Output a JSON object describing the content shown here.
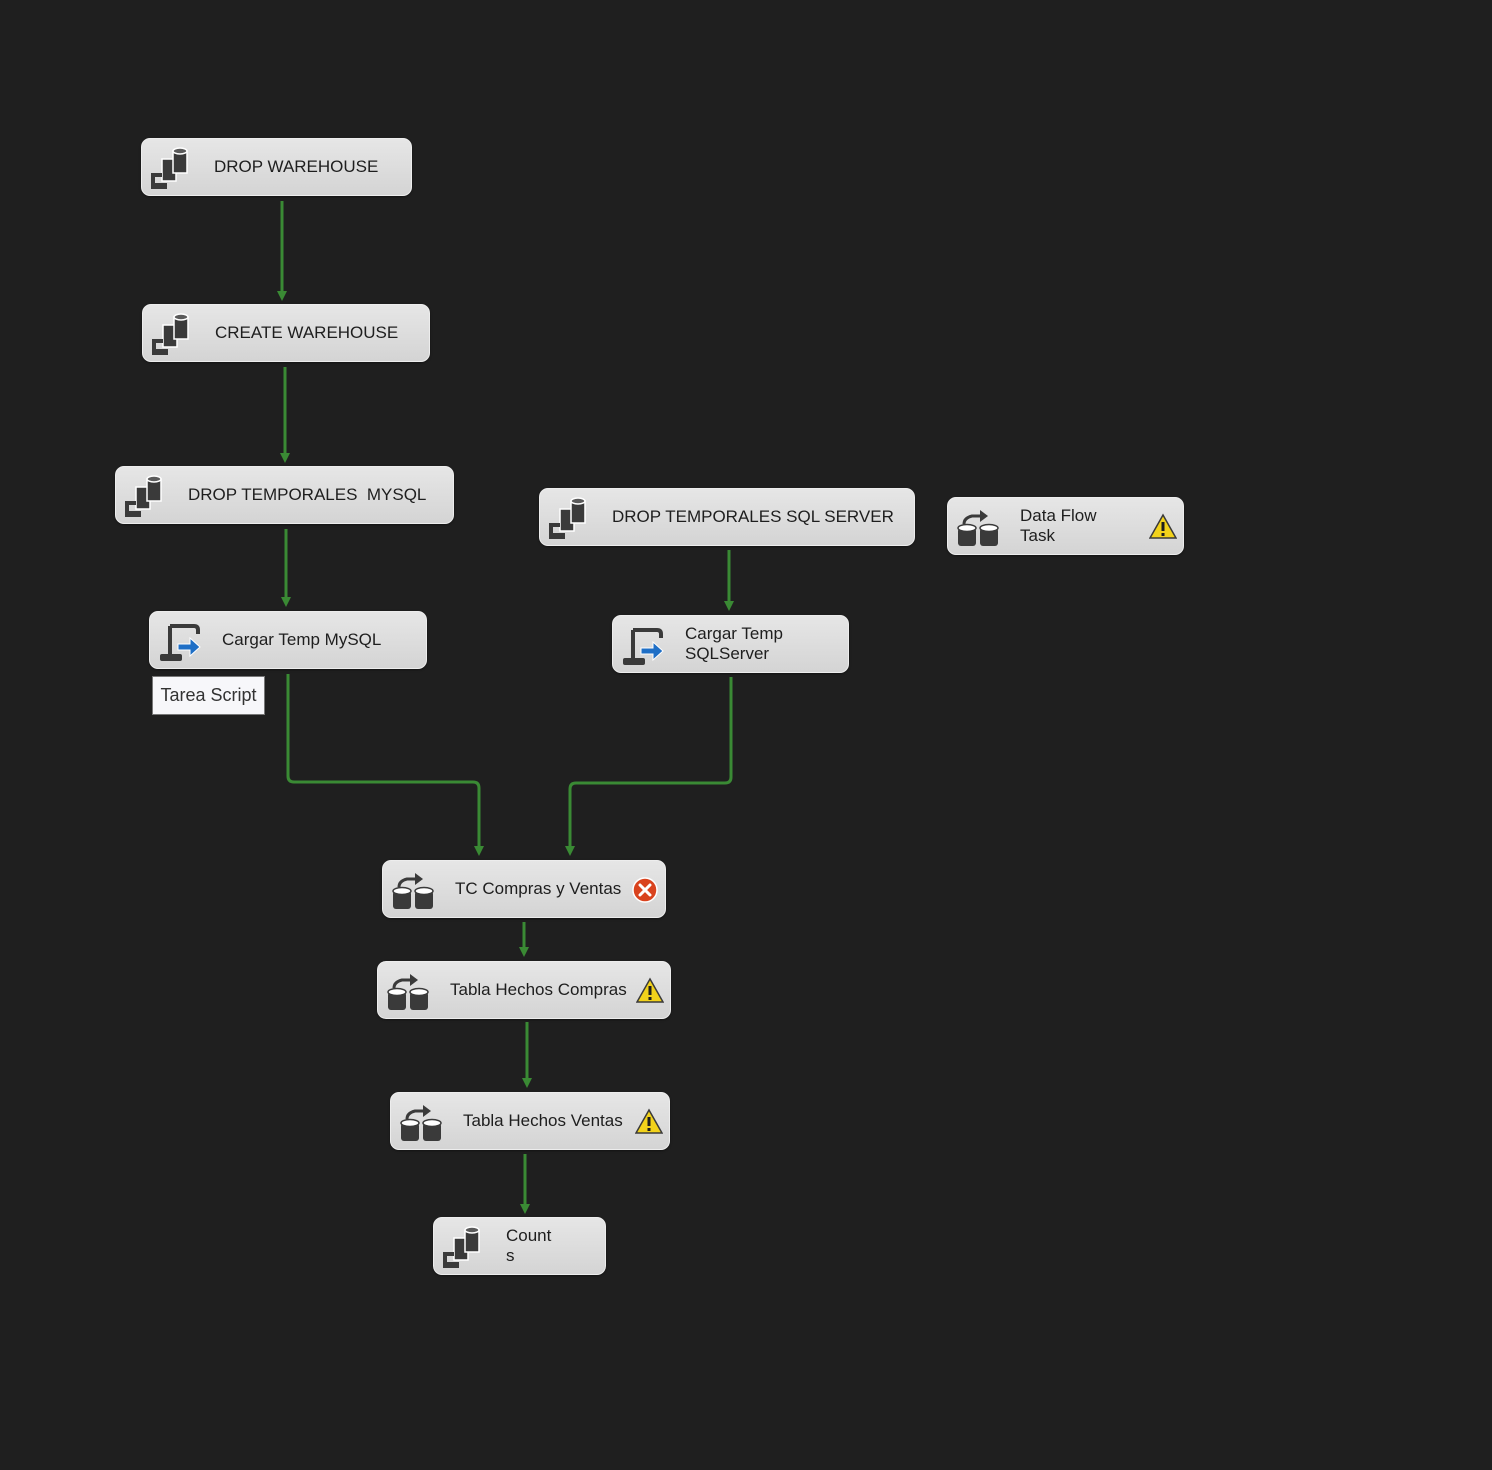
{
  "designer": {
    "tasks": [
      {
        "id": "drop-warehouse",
        "label": "DROP WAREHOUSE",
        "kind": "execute-sql",
        "icon": "execute-sql-icon",
        "status": ""
      },
      {
        "id": "create-warehouse",
        "label": "CREATE WAREHOUSE",
        "kind": "execute-sql",
        "icon": "execute-sql-icon",
        "status": ""
      },
      {
        "id": "drop-temporales-mysql",
        "label": "DROP TEMPORALES  MYSQL",
        "kind": "execute-sql",
        "icon": "execute-sql-icon",
        "status": ""
      },
      {
        "id": "cargar-temp-mysql",
        "label": "Cargar Temp MySQL",
        "kind": "script",
        "icon": "script-task-icon",
        "status": ""
      },
      {
        "id": "drop-temporales-sqlserver",
        "label": "DROP TEMPORALES SQL SERVER",
        "kind": "execute-sql",
        "icon": "execute-sql-icon",
        "status": ""
      },
      {
        "id": "cargar-temp-sqlserver",
        "label": "Cargar Temp\nSQLServer",
        "kind": "script",
        "icon": "script-task-icon",
        "status": ""
      },
      {
        "id": "data-flow-task",
        "label": "Data Flow\nTask",
        "kind": "data-flow",
        "icon": "data-flow-icon",
        "status": "warning"
      },
      {
        "id": "tc-compras-ventas",
        "label": "TC Compras y Ventas",
        "kind": "data-flow",
        "icon": "data-flow-icon",
        "status": "error"
      },
      {
        "id": "tabla-hechos-compras",
        "label": "Tabla Hechos Compras",
        "kind": "data-flow",
        "icon": "data-flow-icon",
        "status": "warning"
      },
      {
        "id": "tabla-hechos-ventas",
        "label": "Tabla Hechos Ventas",
        "kind": "data-flow",
        "icon": "data-flow-icon",
        "status": "warning"
      },
      {
        "id": "counts",
        "label": "Count\ns",
        "kind": "execute-sql",
        "icon": "execute-sql-icon",
        "status": ""
      }
    ],
    "tooltip": {
      "text": "Tarea Script"
    },
    "connections": [
      {
        "from": "drop-warehouse",
        "to": "create-warehouse"
      },
      {
        "from": "create-warehouse",
        "to": "drop-temporales-mysql"
      },
      {
        "from": "drop-temporales-mysql",
        "to": "cargar-temp-mysql"
      },
      {
        "from": "drop-temporales-sqlserver",
        "to": "cargar-temp-sqlserver"
      },
      {
        "from": "cargar-temp-mysql",
        "to": "tc-compras-ventas"
      },
      {
        "from": "cargar-temp-sqlserver",
        "to": "tc-compras-ventas"
      },
      {
        "from": "tc-compras-ventas",
        "to": "tabla-hechos-compras"
      },
      {
        "from": "tabla-hechos-compras",
        "to": "tabla-hechos-ventas"
      },
      {
        "from": "tabla-hechos-ventas",
        "to": "counts"
      }
    ],
    "colors": {
      "background": "#1f1f1f",
      "connector": "#3a8a34",
      "task_fill": "#dcdcdc",
      "warning": "#f2d21b",
      "error": "#d9431e",
      "script_arrow": "#1f6fc6"
    }
  }
}
